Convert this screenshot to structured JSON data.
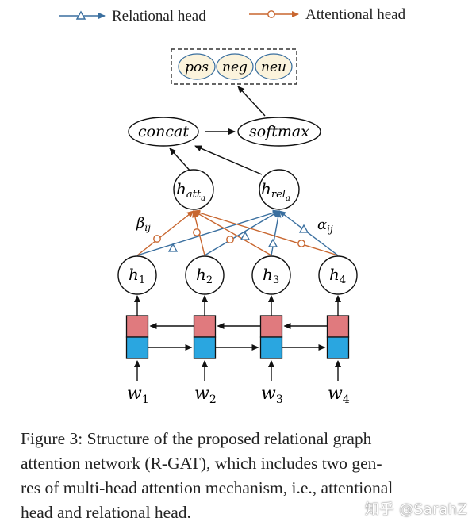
{
  "legend": {
    "relational": "Relational head",
    "attentional": "Attentional head"
  },
  "colors": {
    "relational": "#3a6f9f",
    "attentional": "#c8662f",
    "lstm_top": "#e07a7e",
    "lstm_bottom": "#2aa6e0",
    "output_fill": "#fbf3dc"
  },
  "outputs": [
    {
      "id": "pos",
      "label": "pos"
    },
    {
      "id": "neg",
      "label": "neg"
    },
    {
      "id": "neu",
      "label": "neu"
    }
  ],
  "nodes": {
    "concat": "concat",
    "softmax": "softmax",
    "h_att": {
      "base": "h",
      "sub": "att",
      "subsub": "a"
    },
    "h_rel": {
      "base": "h",
      "sub": "rel",
      "subsub": "a"
    }
  },
  "edge_labels": {
    "beta": {
      "base": "β",
      "sub": "ij"
    },
    "alpha": {
      "base": "α",
      "sub": "ij"
    }
  },
  "hidden": [
    {
      "base": "h",
      "sub": "1"
    },
    {
      "base": "h",
      "sub": "2"
    },
    {
      "base": "h",
      "sub": "3"
    },
    {
      "base": "h",
      "sub": "4"
    }
  ],
  "words": [
    {
      "base": "w",
      "sub": "1"
    },
    {
      "base": "w",
      "sub": "2"
    },
    {
      "base": "w",
      "sub": "3"
    },
    {
      "base": "w",
      "sub": "4"
    }
  ],
  "caption": {
    "lines": [
      "Figure 3:  Structure of the proposed relational graph",
      "attention network (R-GAT), which includes two gen-",
      "res of multi-head attention mechanism, i.e., attentional",
      "head and relational head."
    ]
  },
  "watermark": "知乎 @SarahZ"
}
